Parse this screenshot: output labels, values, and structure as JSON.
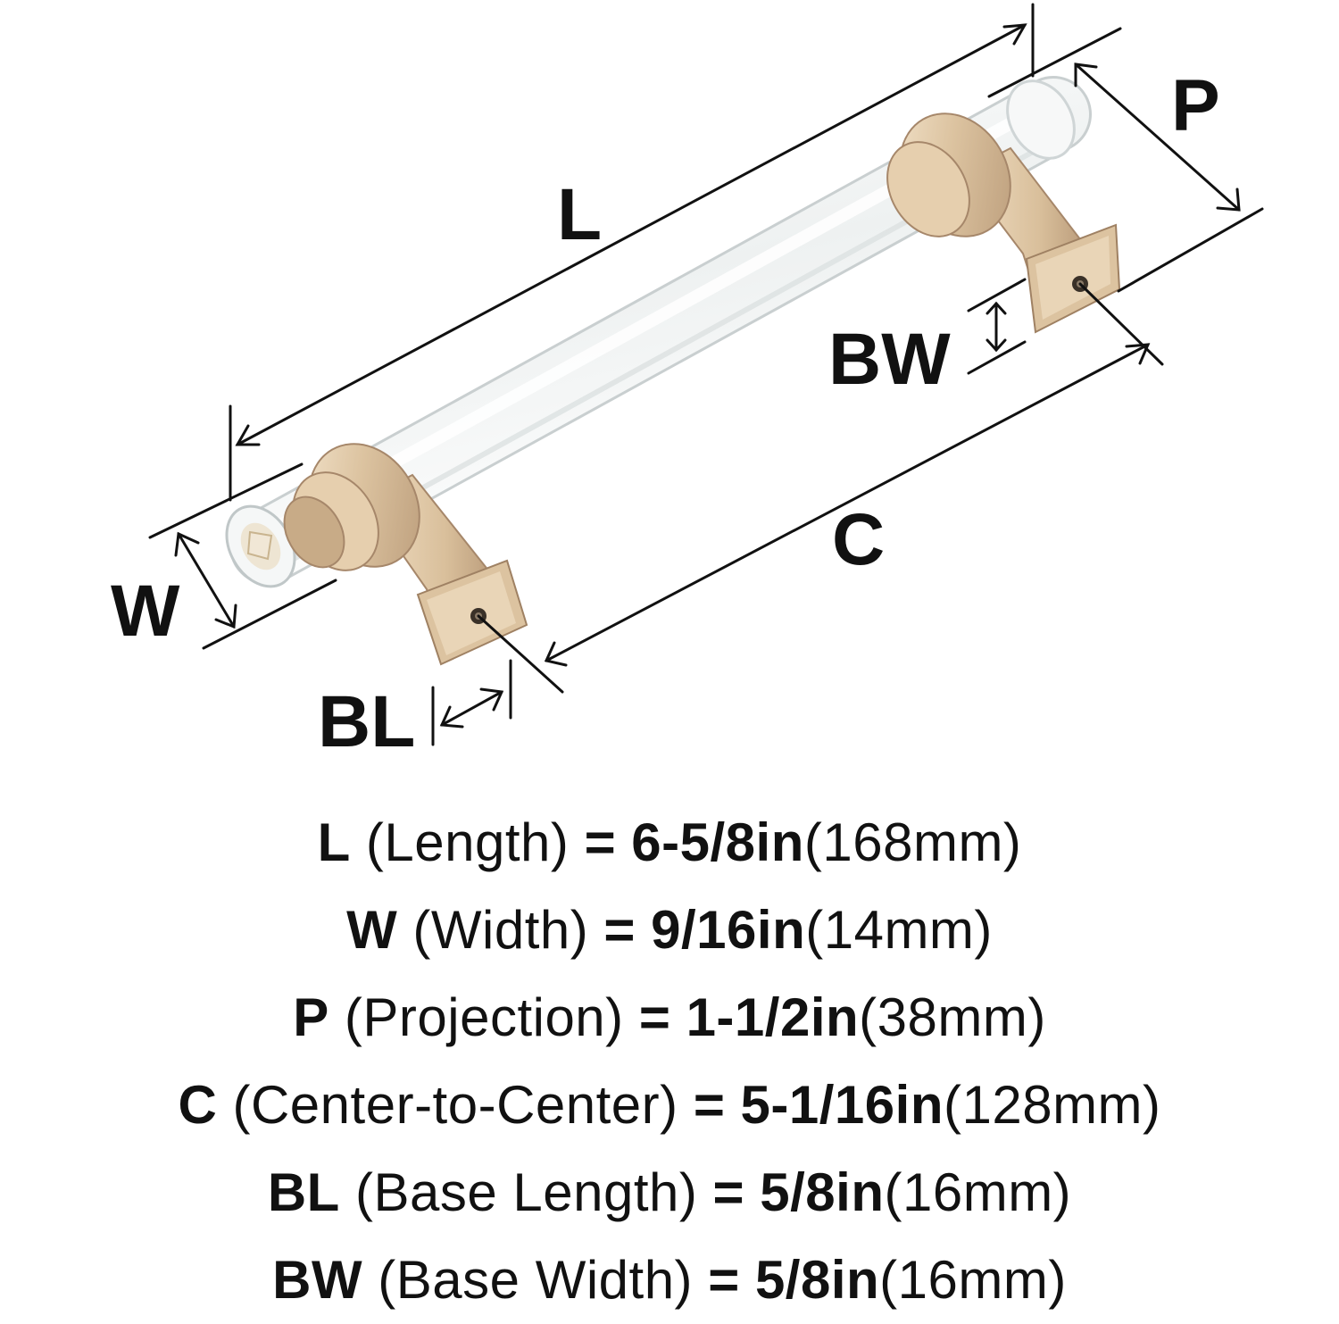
{
  "diagram": {
    "labels": {
      "L": "L",
      "P": "P",
      "BW": "BW",
      "C": "C",
      "W": "W",
      "BL": "BL"
    },
    "colors": {
      "line": "#111111",
      "brass_light": "#efdcc0",
      "brass_mid": "#d7bd9a",
      "brass_dark": "#a8896a",
      "acrylic": "#f4f6f6",
      "acrylic_edge": "#c9cfd0"
    }
  },
  "specs": [
    {
      "key": "L",
      "desc": "(Length)",
      "eq": "=",
      "imperial": "6-5/8in",
      "metric": "(168mm)"
    },
    {
      "key": "W",
      "desc": "(Width)",
      "eq": "=",
      "imperial": "9/16in",
      "metric": "(14mm)"
    },
    {
      "key": "P",
      "desc": "(Projection)",
      "eq": "=",
      "imperial": "1-1/2in",
      "metric": "(38mm)"
    },
    {
      "key": "C",
      "desc": "(Center-to-Center)",
      "eq": "=",
      "imperial": "5-1/16in",
      "metric": "(128mm)"
    },
    {
      "key": "BL",
      "desc": "(Base Length)",
      "eq": "=",
      "imperial": "5/8in",
      "metric": "(16mm)"
    },
    {
      "key": "BW",
      "desc": "(Base Width)",
      "eq": "=",
      "imperial": "5/8in",
      "metric": "(16mm)"
    }
  ]
}
